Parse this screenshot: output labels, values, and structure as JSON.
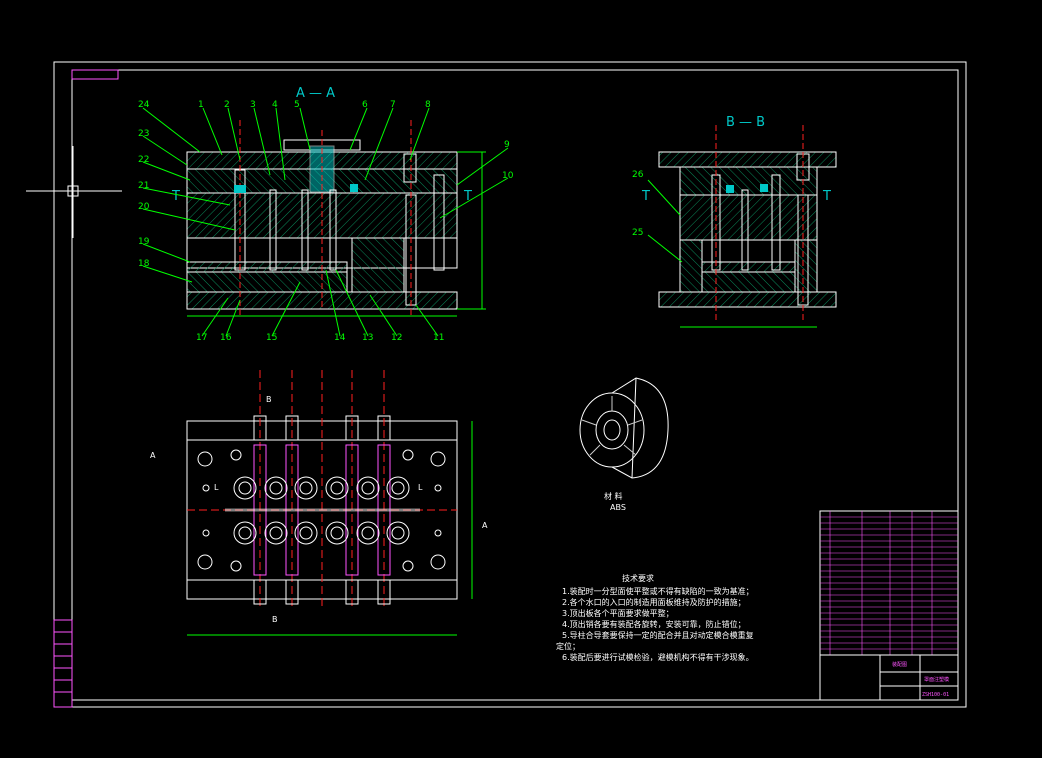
{
  "drawing": {
    "section_aa": "A — A",
    "section_bb": "B — B",
    "t_mark": "T",
    "part_numbers": [
      "1",
      "2",
      "3",
      "4",
      "5",
      "6",
      "7",
      "8",
      "9",
      "10",
      "11",
      "12",
      "13",
      "14",
      "15",
      "16",
      "17",
      "18",
      "19",
      "20",
      "21",
      "22",
      "23",
      "24",
      "25",
      "26"
    ],
    "view_marks": {
      "a": "A",
      "b": "B",
      "l": "L"
    }
  },
  "product": {
    "material_label": "材 料",
    "material_value": "ABS"
  },
  "tech": {
    "title": "技术要求",
    "lines": [
      "1.装配时一分型面使平整或不得有缺陷的一致为基准；",
      "2.各个水口的入口的制造用面板维持及防护的措施；",
      "3.顶出板各个平面要求做平整；",
      "4.顶出销各要有装配各旋转，安装可靠，防止错位；",
      "5.导柱合导套要保持一定的配合并且对动定模合模重复",
      "定位；",
      "6.装配后要进行试模检验，避模机构不得有干涉现象。"
    ]
  },
  "titleblock": {
    "title_small": "装配图",
    "drawing_no": "ZSH100-01",
    "name_red": "罩面注塑模"
  },
  "colors": {
    "frame": "#ffffff",
    "steel": "#00ff00",
    "outline": "#ffffff",
    "cyan": "#00c8c8",
    "red": "#ff2020",
    "magenta": "#ff55ff",
    "yellow": "#ffff00"
  }
}
